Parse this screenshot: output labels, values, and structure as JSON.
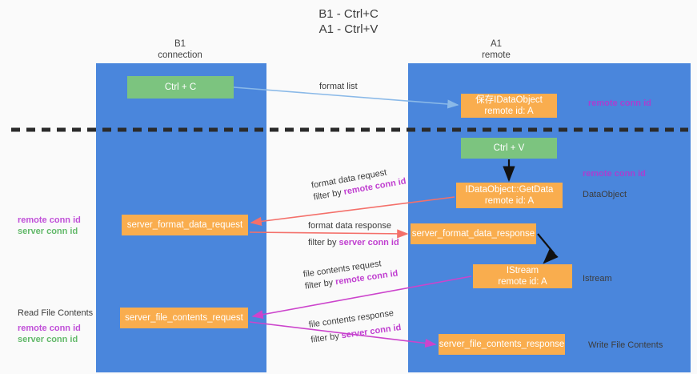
{
  "title": {
    "line1": "B1 - Ctrl+C",
    "line2": "A1 - Ctrl+V"
  },
  "lanes": [
    {
      "name": "b1",
      "line1": "B1",
      "line2": "connection",
      "color": "#4a86dc"
    },
    {
      "name": "a1",
      "line1": "A1",
      "line2": "remote",
      "color": "#4a86dc"
    }
  ],
  "nodes": {
    "ctrl_c": {
      "label": "Ctrl + C",
      "color": "#7cc47f"
    },
    "save_dataobject": {
      "line1": "保存IDataObject",
      "line2": "remote id: A",
      "color": "#f9ad4e"
    },
    "ctrl_v": {
      "label": "Ctrl + V",
      "color": "#7cc47f"
    },
    "getdata": {
      "line1": "IDataObject::GetData",
      "line2": "remote id: A",
      "color": "#f9ad4e"
    },
    "server_format_data_request": {
      "label": "server_format_data_request",
      "color": "#f9ad4e"
    },
    "server_format_data_response": {
      "label": "server_format_data_response",
      "color": "#f9ad4e"
    },
    "istream": {
      "line1": "IStream",
      "line2": "remote id: A",
      "color": "#f9ad4e"
    },
    "server_file_contents_request": {
      "label": "server_file_contents_request",
      "color": "#f9ad4e"
    },
    "server_file_contents_response": {
      "label": "server_file_contents_response",
      "color": "#f9ad4e"
    }
  },
  "edges": {
    "format_list": {
      "label": "format list",
      "color": "#8ab9e8"
    },
    "format_data_request": {
      "line1": "format data request",
      "filter_prefix": "filter by ",
      "filter_key": "remote conn id",
      "color": "#f4706a"
    },
    "format_data_response": {
      "line1": "format data response",
      "filter_prefix": "filter by ",
      "filter_key": "server conn id",
      "color": "#f4706a"
    },
    "file_contents_request": {
      "line1": "file contents request",
      "filter_prefix": "filter by ",
      "filter_key": "remote conn id",
      "color": "#cc44cc"
    },
    "file_contents_response": {
      "line1": "file contents response",
      "filter_prefix": "filter by ",
      "filter_key": "server conn id",
      "color": "#cc44cc"
    }
  },
  "right_tags": {
    "remote_conn_id_top": "remote conn id",
    "remote_conn_id_mid": "remote conn id"
  },
  "right_labels": {
    "dataobject": "DataObject",
    "istream": "Istream",
    "write_file_contents": "Write File Contents"
  },
  "left_labels": {
    "read_file_contents": "Read File Contents"
  },
  "legend": {
    "remote": "remote conn id",
    "server": "server conn id",
    "remote_color": "#c04fd8",
    "server_color": "#63b96a"
  },
  "divider": {
    "color": "#2b2b2b",
    "style": "dashed"
  }
}
